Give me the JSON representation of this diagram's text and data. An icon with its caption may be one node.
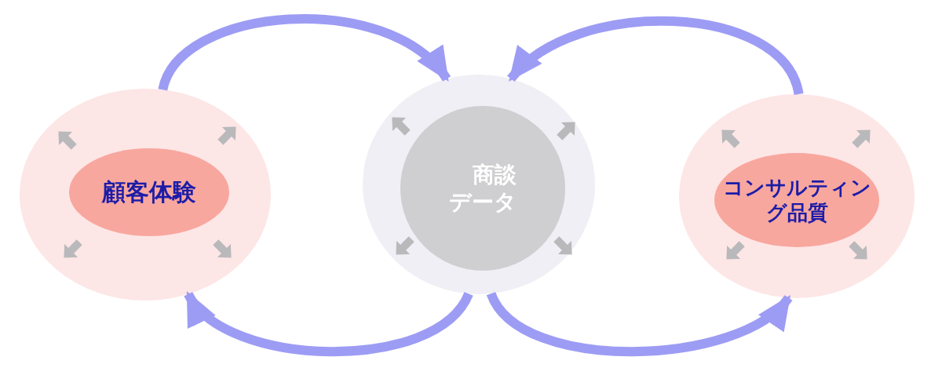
{
  "diagram": {
    "nodes": [
      {
        "text": [],
        "shape": "circle"
      },
      {
        "text": [
          "顧客体験"
        ],
        "in": 0
      },
      {
        "text": [],
        "shape": "circle"
      },
      {
        "text": [
          "商談データ"
        ],
        "in": 2
      },
      {
        "text": [],
        "shape": "circle"
      },
      {
        "text": [
          "コンサルティング品質"
        ],
        "in": 4
      }
    ],
    "edges": [
      {
        "from": 0,
        "to": 2,
        "arrow": "to"
      },
      {
        "from": 4,
        "to": 2,
        "arrow": "to"
      },
      {
        "from": 2,
        "to": 0,
        "arrow": "to"
      },
      {
        "from": 2,
        "to": 4,
        "arrow": "to"
      }
    ]
  }
}
